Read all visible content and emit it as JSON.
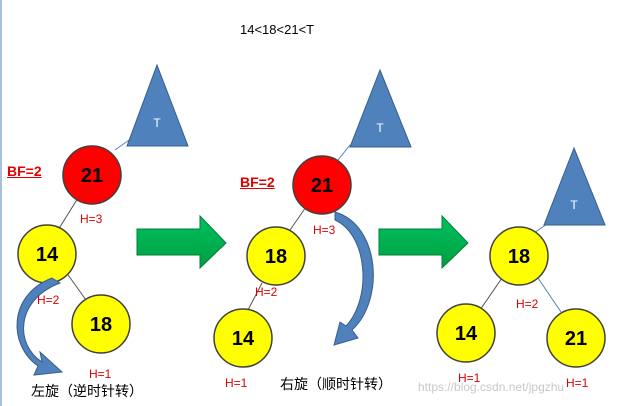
{
  "formula": "14<18<21<T",
  "colors": {
    "red_node": "#ff0000",
    "yellow_node": "#ffff00",
    "triangle": "#4f81bd",
    "arrow": "#00b050",
    "curved_arrow": "#4f81bd"
  },
  "stage1": {
    "bf": "BF=2",
    "subtree": "T",
    "nodes": {
      "root": "21",
      "left": "14",
      "left_right": "18"
    },
    "heights": {
      "h_root": "H=3",
      "h_left": "H=2",
      "h_leaf": "H=1"
    },
    "caption": "左旋（逆时针转）"
  },
  "stage2": {
    "bf": "BF=2",
    "subtree": "T",
    "nodes": {
      "root": "21",
      "left": "18",
      "left_left": "14"
    },
    "heights": {
      "h_root": "H=3",
      "h_left": "H=2",
      "h_leaf": "H=1"
    },
    "caption": "右旋（顺时针转）"
  },
  "stage3": {
    "subtree": "T",
    "nodes": {
      "root": "18",
      "left": "14",
      "right": "21"
    },
    "heights": {
      "h_root": "H=2",
      "h_left": "H=1",
      "h_right": "H=1"
    }
  },
  "watermark": "https://blog.csdn.net/jpgzhu"
}
